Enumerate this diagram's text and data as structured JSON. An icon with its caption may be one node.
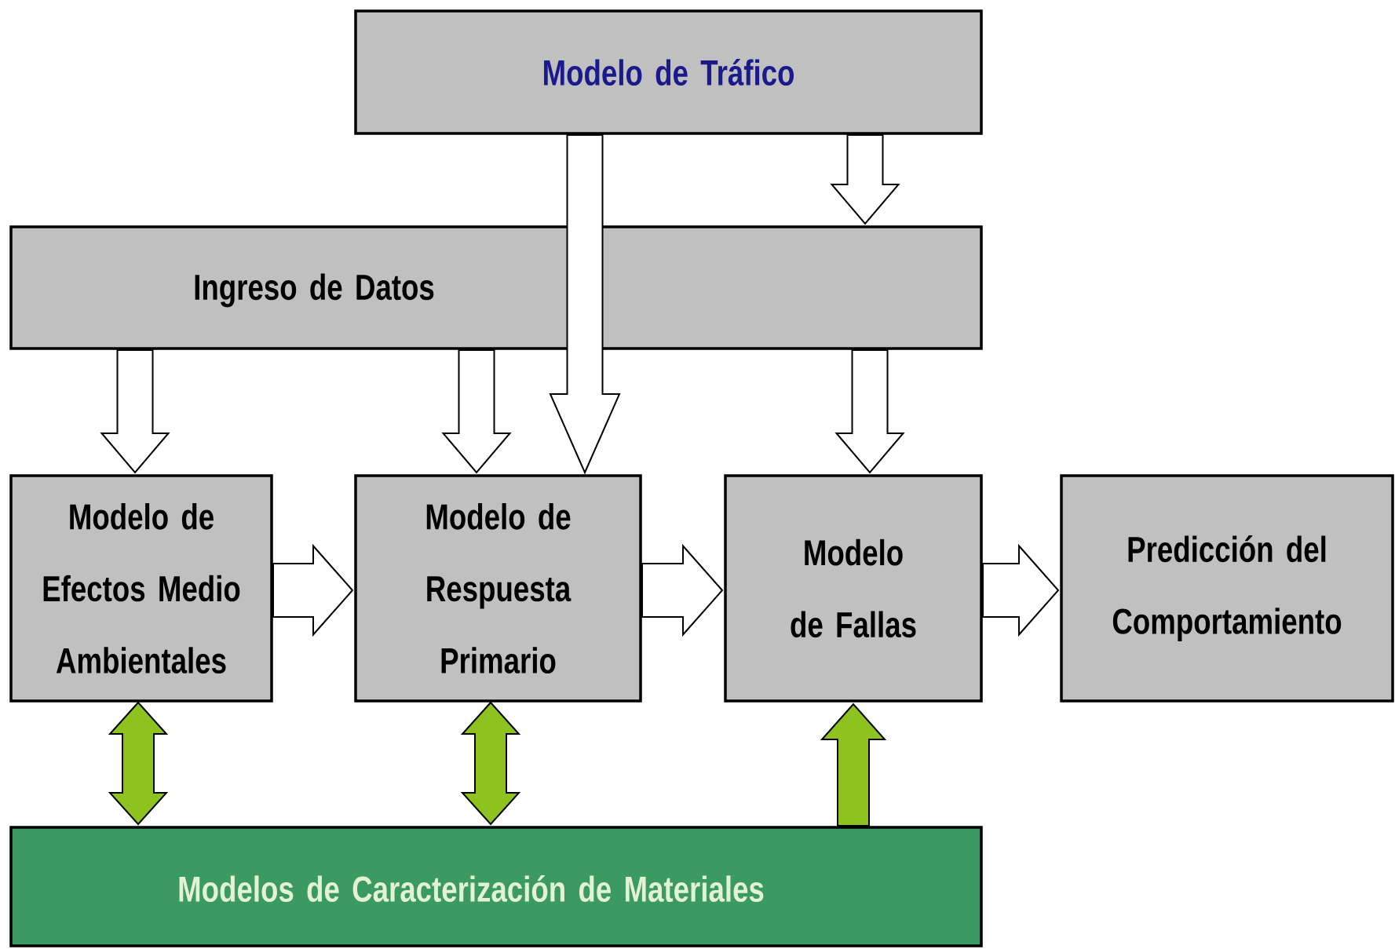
{
  "diagram": {
    "nodes": [
      {
        "text": [
          "Modelo de Tráfico"
        ]
      },
      {
        "text": [
          "Ingreso de Datos"
        ]
      },
      {
        "text": [
          "Modelo de Efectos Medio Ambientales"
        ]
      },
      {
        "text": [
          "Modelo de Respuesta Primario"
        ]
      },
      {
        "text": [
          "Modelo de Fallas"
        ]
      },
      {
        "text": [
          "Predicción del Comportamiento"
        ]
      },
      {
        "text": [
          "Modelos de Caracterización de Materiales"
        ]
      }
    ],
    "edges": [
      {
        "from": 0,
        "to": 1,
        "arrow": "to"
      },
      {
        "from": 0,
        "to": 3,
        "arrow": "to"
      },
      {
        "from": 1,
        "to": 2,
        "arrow": "to"
      },
      {
        "from": 1,
        "to": 3,
        "arrow": "to"
      },
      {
        "from": 1,
        "to": 4,
        "arrow": "to"
      },
      {
        "from": 2,
        "to": 3,
        "arrow": "to"
      },
      {
        "from": 3,
        "to": 4,
        "arrow": "to"
      },
      {
        "from": 4,
        "to": 5,
        "arrow": "to"
      },
      {
        "from": 2,
        "to": 6,
        "arrow": "both",
        "color": "#8dc21f"
      },
      {
        "from": 3,
        "to": 6,
        "arrow": "both",
        "color": "#8dc21f"
      },
      {
        "from": 6,
        "to": 4,
        "arrow": "to",
        "color": "#8dc21f"
      }
    ]
  }
}
